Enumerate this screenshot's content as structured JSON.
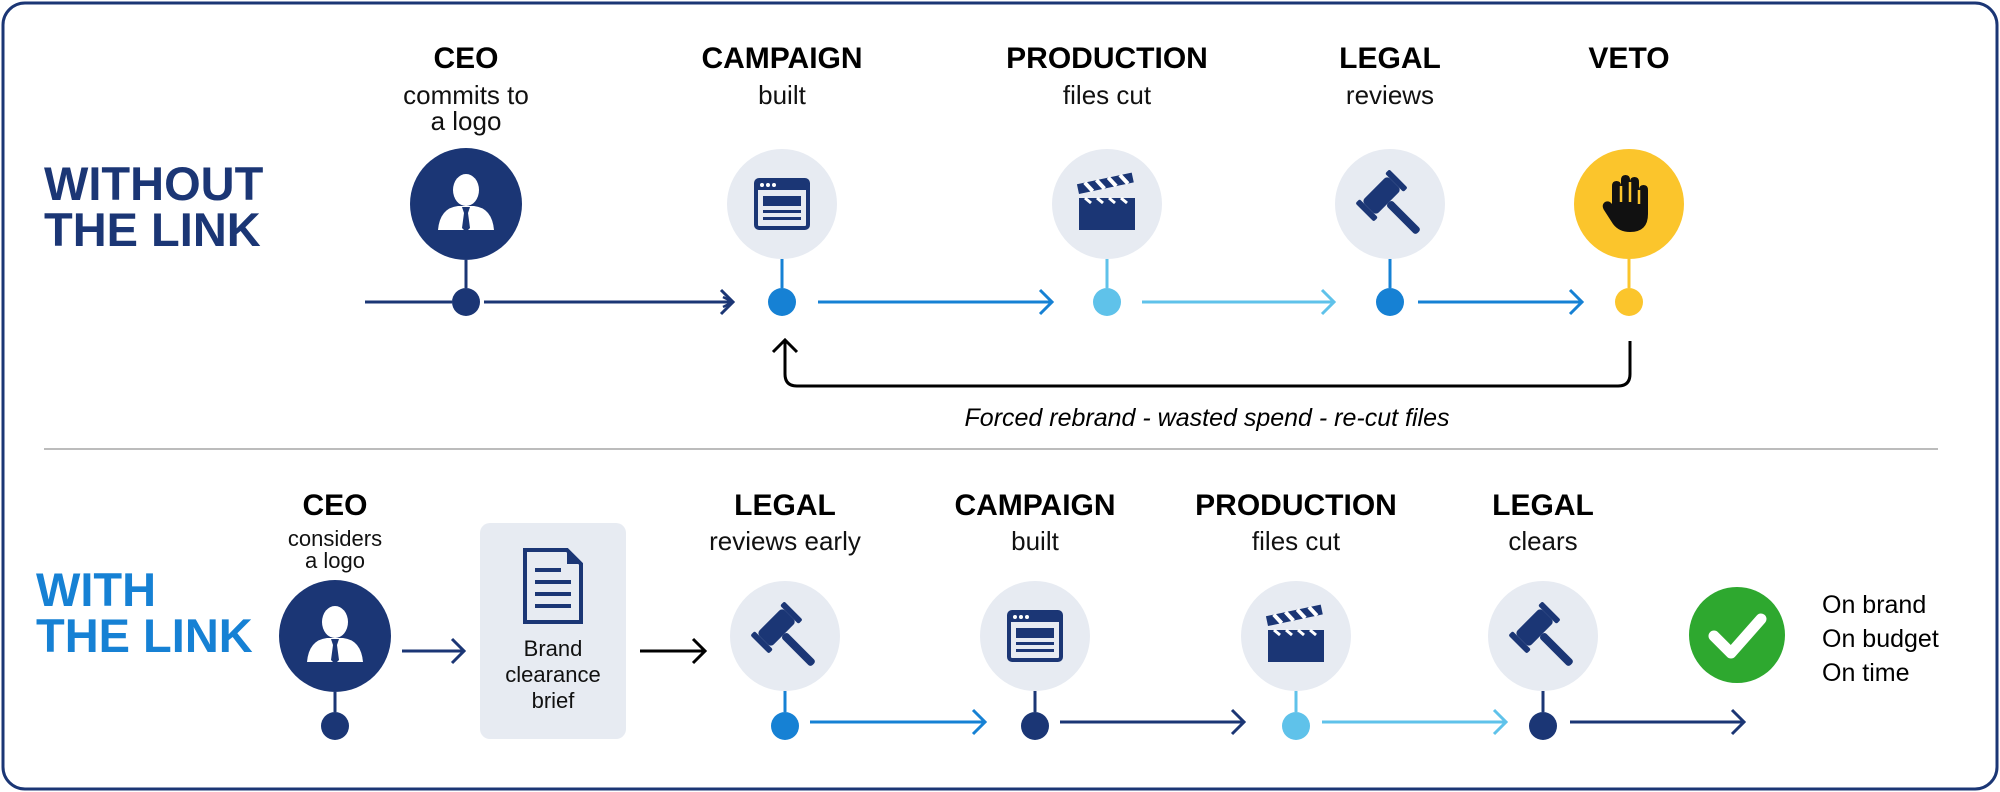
{
  "colors": {
    "navy": "#1b3675",
    "blue": "#1681d4",
    "light_blue": "#5fc2ea",
    "yellow": "#fbc52c",
    "green": "#2ea82f",
    "circle_bg": "#e7ebf2",
    "border": "#1b3675",
    "divider": "#bcbcbc",
    "black": "#000000"
  },
  "sections": {
    "without": {
      "label_line1": "WITHOUT",
      "label_line2": "THE LINK",
      "steps": [
        {
          "title": "CEO",
          "sub1": "commits to",
          "sub2": "a logo",
          "icon": "ceo-icon"
        },
        {
          "title": "CAMPAIGN",
          "sub1": "built",
          "icon": "browser-window-icon"
        },
        {
          "title": "PRODUCTION",
          "sub1": "files cut",
          "icon": "clapperboard-icon"
        },
        {
          "title": "LEGAL",
          "sub1": "reviews",
          "icon": "gavel-icon"
        },
        {
          "title": "VETO",
          "icon": "stop-hand-icon"
        }
      ],
      "loop_note": "Forced rebrand - wasted spend - re-cut files"
    },
    "with": {
      "label_line1": "WITH",
      "label_line2": "THE LINK",
      "ceo": {
        "title": "CEO",
        "sub1": "considers",
        "sub2": "a logo",
        "icon": "ceo-icon"
      },
      "brief": {
        "line1": "Brand",
        "line2": "clearance",
        "line3": "brief",
        "icon": "document-icon"
      },
      "steps": [
        {
          "title": "LEGAL",
          "sub1": "reviews early",
          "icon": "gavel-icon"
        },
        {
          "title": "CAMPAIGN",
          "sub1": "built",
          "icon": "browser-window-icon"
        },
        {
          "title": "PRODUCTION",
          "sub1": "files cut",
          "icon": "clapperboard-icon"
        },
        {
          "title": "LEGAL",
          "sub1": "clears",
          "icon": "gavel-icon"
        }
      ],
      "result_icon": "checkmark-icon",
      "outcomes": [
        "On brand",
        "On budget",
        "On time"
      ]
    }
  }
}
